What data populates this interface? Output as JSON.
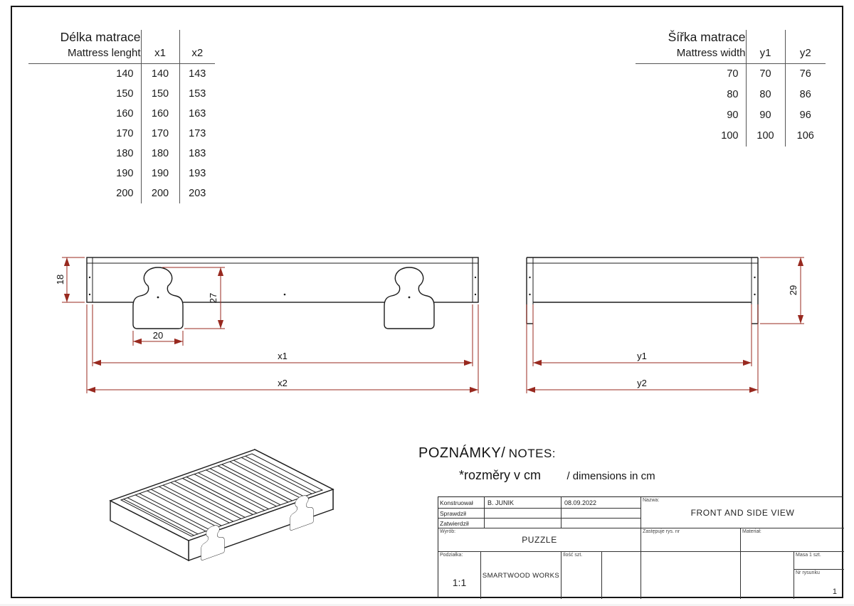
{
  "page": {
    "bg": "#ffffff",
    "line_color": "#1c1c1c",
    "dim_color": "#98291f"
  },
  "length_table": {
    "title_primary": "Délka matrace",
    "title_secondary": "Mattress lenght",
    "col1": "x1",
    "col2": "x2",
    "rows": [
      [
        "140",
        "140",
        "143"
      ],
      [
        "150",
        "150",
        "153"
      ],
      [
        "160",
        "160",
        "163"
      ],
      [
        "170",
        "170",
        "173"
      ],
      [
        "180",
        "180",
        "183"
      ],
      [
        "190",
        "190",
        "193"
      ],
      [
        "200",
        "200",
        "203"
      ]
    ]
  },
  "width_table": {
    "title_primary": "Šířka matrace",
    "title_secondary": "Mattress width",
    "col1": "y1",
    "col2": "y2",
    "rows": [
      [
        "70",
        "70",
        "76"
      ],
      [
        "80",
        "80",
        "86"
      ],
      [
        "90",
        "90",
        "96"
      ],
      [
        "100",
        "100",
        "106"
      ]
    ]
  },
  "front_view_dims": {
    "height": "18",
    "puzzle_height": "27",
    "puzzle_width": "20",
    "inner_length": "x1",
    "outer_length": "x2"
  },
  "side_view_dims": {
    "height": "29",
    "inner_width": "y1",
    "outer_width": "y2"
  },
  "notes": {
    "heading_primary": "POZNÁMKY/",
    "heading_secondary": "NOTES:",
    "body_primary": "*rozměry v cm",
    "body_secondary": "/ dimensions in cm"
  },
  "title_block": {
    "designed_label": "Konstruował",
    "designed_value": "B. JUNIK",
    "designed_date": "08.09.2022",
    "checked_label": "Sprawdził",
    "approved_label": "Zatwierdził",
    "name_label": "Nazwa:",
    "name_value": "FRONT AND SIDE VIEW",
    "product_label": "Wyrób:",
    "product_value": "PUZZLE",
    "replaces_label": "Zastępuje rys. nr",
    "material_label": "Materiał:",
    "scale_label": "Podziałka:",
    "scale_value": "1:1",
    "company": "SMARTWOOD WORKS",
    "qty_label": "Ilość szt.",
    "mass_label": "Masa 1 szt.",
    "sheet_label": "Nr rysunku",
    "sheet_value": "1"
  }
}
